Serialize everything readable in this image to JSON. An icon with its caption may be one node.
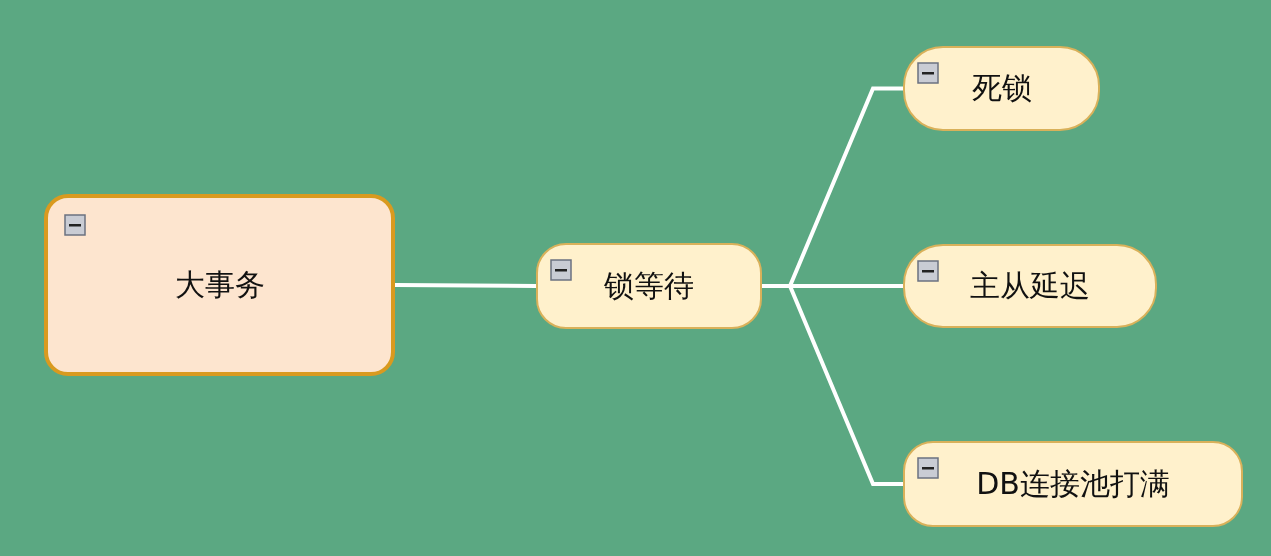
{
  "diagram": {
    "nodes": [
      {
        "text": [
          "大事务"
        ]
      },
      {
        "text": [
          "锁等待"
        ]
      },
      {
        "text": [
          "死锁"
        ]
      },
      {
        "text": [
          "主从延迟"
        ]
      },
      {
        "text": [
          "DB连接池打满"
        ]
      }
    ],
    "edges": [
      {
        "from": 0,
        "to": 1,
        "arrow": "none"
      },
      {
        "from": 1,
        "to": 2,
        "arrow": "none"
      },
      {
        "from": 1,
        "to": 3,
        "arrow": "none"
      },
      {
        "from": 1,
        "to": 4,
        "arrow": "none"
      }
    ]
  }
}
